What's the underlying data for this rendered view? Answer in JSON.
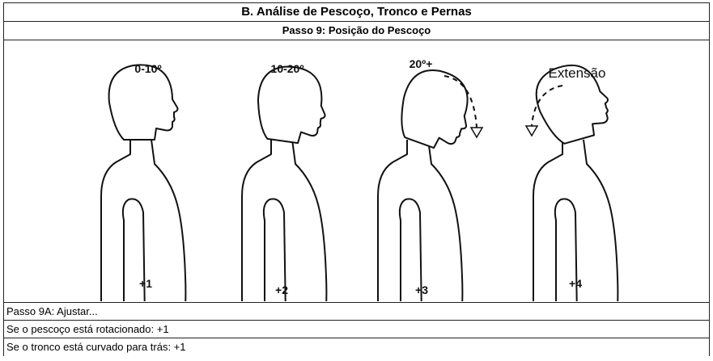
{
  "section_title": "B. Análise de Pescoço, Tronco e Pernas",
  "step_title": "Passo 9: Posição do Pescoço",
  "positions": [
    {
      "range_label": "0-10º",
      "score": "+1"
    },
    {
      "range_label": "10-20º",
      "score": "+2"
    },
    {
      "range_label": "20º+",
      "score": "+3"
    },
    {
      "range_label": "Extensão",
      "score": "+4"
    }
  ],
  "adjust": {
    "label": "Passo 9A: Ajustar...",
    "rules": [
      "Se o pescoço está rotacionado: +1",
      "Se o tronco está curvado para trás: +1"
    ]
  }
}
